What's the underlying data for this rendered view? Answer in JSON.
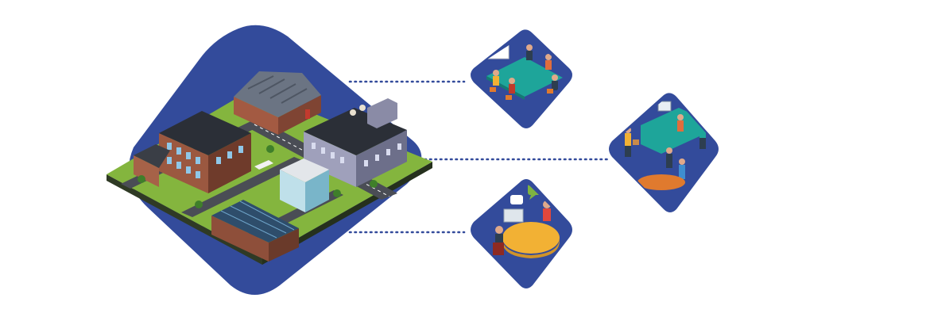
{
  "illustration": {
    "subject": "isometric-industrial-campus",
    "connector_style": "dotted",
    "colors": {
      "diamond": "#334b9b",
      "grass": "#84b53e",
      "road": "#4a4d55",
      "connector": "#334b9b"
    },
    "nodes": [
      {
        "id": "campus"
      },
      {
        "id": "meeting-team"
      },
      {
        "id": "reception-desk"
      },
      {
        "id": "consultation"
      }
    ]
  }
}
